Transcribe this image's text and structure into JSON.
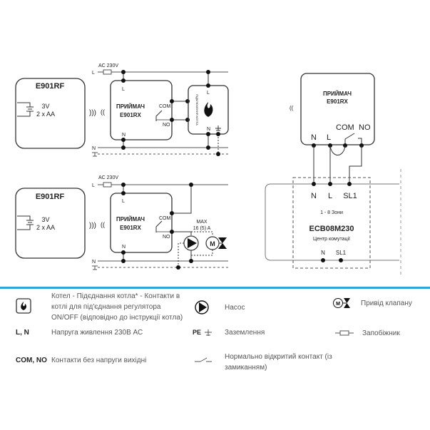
{
  "diagram1": {
    "thermostat": {
      "title": "E901RF",
      "battery_voltage": "3V",
      "battery_type": "2 x AA"
    },
    "supply_label": "AC 230V",
    "line_L": "L",
    "line_N": "N",
    "receiver": {
      "title_line1": "ПРИЙМАЧ",
      "title_line2": "E901RX",
      "term_L": "L",
      "term_N": "N",
      "term_COM": "COM",
      "term_NO": "NO"
    },
    "boiler": {
      "vertical_label": "ПІДКЛЮЧЕННЯ КОТЛА",
      "term_L": "L",
      "term_N": "N"
    }
  },
  "diagram2": {
    "thermostat": {
      "title": "E901RF",
      "battery_voltage": "3V",
      "battery_type": "2 x AA"
    },
    "supply_label": "AC 230V",
    "line_L": "L",
    "line_N": "N",
    "receiver": {
      "title_line1": "ПРИЙМАЧ",
      "title_line2": "E901RX",
      "term_L": "L",
      "term_N": "N",
      "term_COM": "COM",
      "term_NO": "NO"
    },
    "max_label_line1": "MAX",
    "max_label_line2": "16 (5) A",
    "motor_label": "M"
  },
  "diagram3": {
    "receiver": {
      "title_line1": "ПРИЙМАЧ",
      "title_line2": "E901RX",
      "term_N": "N",
      "term_L": "L",
      "term_COM": "COM",
      "term_NO": "NO"
    },
    "hub": {
      "top_N": "N",
      "top_L": "L",
      "top_SL1": "SL1",
      "zones": "1 - 8 Зони",
      "model": "ECB08M230",
      "subtitle": "Центр комутації",
      "bottom_N": "N",
      "bottom_SL1": "SL1"
    }
  },
  "legend": {
    "accent_color": "#2aa6dd",
    "items": [
      {
        "icon": "boiler-flame-icon",
        "text": "Котел - Підєднання котла* - Контакти в котлі для під'єднання регулятора ON/OFF (відповідно до інструкції котла)"
      },
      {
        "icon": "pump-icon",
        "text": "Насос"
      },
      {
        "icon": "valve-actuator-icon",
        "text": "Привід клапану"
      },
      {
        "key": "L, N",
        "text": "Напруга живлення 230В АС"
      },
      {
        "key": "PE",
        "icon": "ground-icon",
        "text": "Заземлення"
      },
      {
        "icon": "fuse-icon",
        "text": "Запобіжник"
      },
      {
        "key": "COM, NO",
        "text": "Контакти без напруги вихідні"
      },
      {
        "icon": "no-contact-icon",
        "text": "Нормально відкритий контакт (із замиканням)"
      }
    ]
  }
}
